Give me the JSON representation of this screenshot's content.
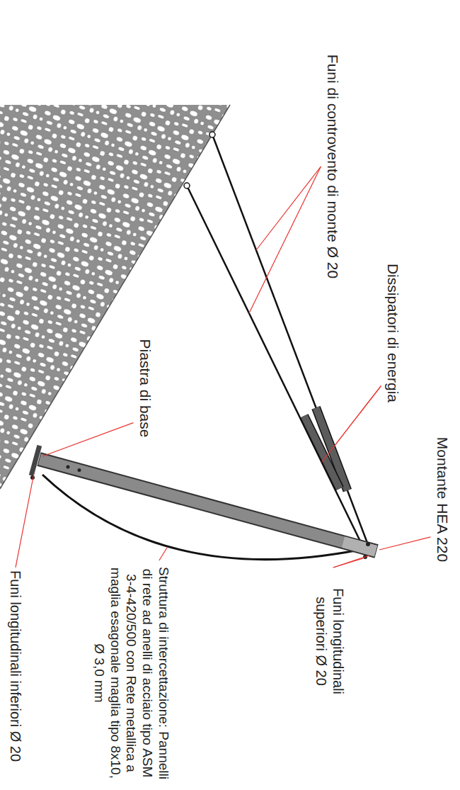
{
  "diagram": {
    "labels": [
      "Funi di controvento di monte Ø 20",
      "Dissipatori di energia",
      "Piastra di base",
      "Montante HEA 220",
      "Funi longitudinali superiori Ø 20",
      "Struttura di intercettazione: Pannelli di rete ad anelli di acciaio tipo ASM 3-4-420/500 con Rete metallica a maglia esagonale maglia tipo 8x10, Ø 3,0 mm",
      "Funi longitudinali inferiori Ø 20"
    ]
  }
}
